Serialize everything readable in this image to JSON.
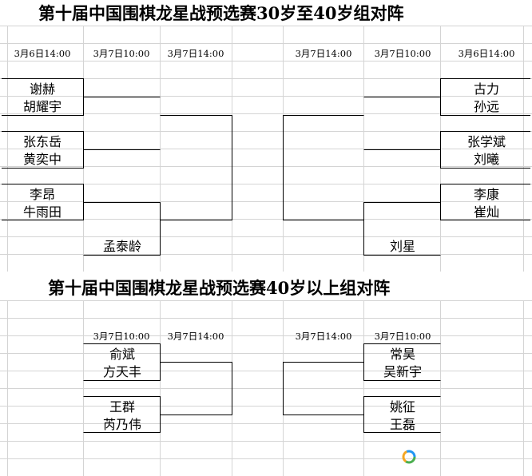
{
  "sections": [
    {
      "title": "第十届中国围棋龙星战预选赛30岁至40岁组对阵",
      "headers": [
        {
          "id": "L1",
          "text": "3月6日14:00"
        },
        {
          "id": "L2",
          "text": "3月7日10:00"
        },
        {
          "id": "L3",
          "text": "3月7日14:00"
        },
        {
          "id": "R3",
          "text": "3月7日14:00"
        },
        {
          "id": "R2",
          "text": "3月7日10:00"
        },
        {
          "id": "R1",
          "text": "3月6日14:00"
        }
      ],
      "players": {
        "left_r1": [
          "谢赫",
          "胡耀宇",
          "张东岳",
          "黄奕中",
          "李昂",
          "牛雨田"
        ],
        "left_seed": "孟泰龄",
        "right_r1": [
          "古力",
          "孙远",
          "张学斌",
          "刘曦",
          "李康",
          "崔灿"
        ],
        "right_seed": "刘星"
      }
    },
    {
      "title": "第十届中国围棋龙星战预选赛40岁以上组对阵",
      "headers": [
        {
          "id": "L2",
          "text": "3月7日10:00"
        },
        {
          "id": "L3",
          "text": "3月7日14:00"
        },
        {
          "id": "R3",
          "text": "3月7日14:00"
        },
        {
          "id": "R2",
          "text": "3月7日10:00"
        }
      ],
      "players": {
        "left": [
          "俞斌",
          "方天丰",
          "王群",
          "芮乃伟"
        ],
        "right": [
          "常昊",
          "吴新宇",
          "姚征",
          "王磊"
        ]
      }
    }
  ],
  "colors": {
    "grid": "#d4d4d4",
    "line": "#000000",
    "logo": [
      "#f5a623",
      "#4caf50",
      "#2196f3"
    ]
  },
  "icons": {
    "logo": "app-logo-icon"
  }
}
